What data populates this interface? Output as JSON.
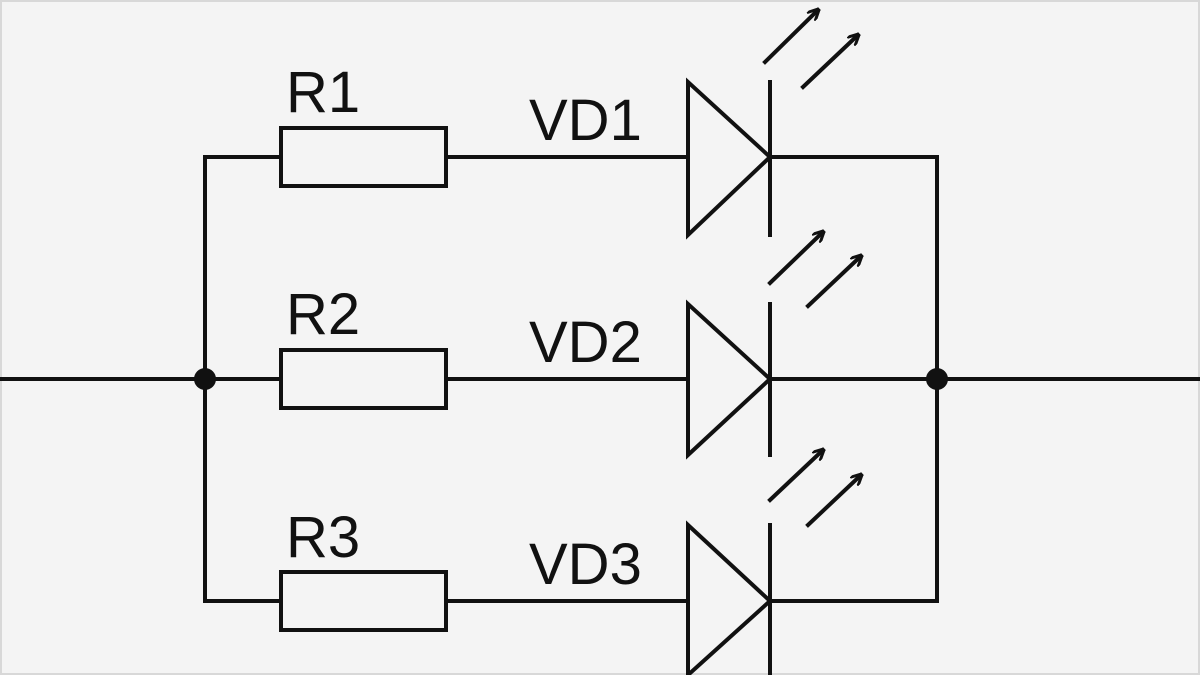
{
  "diagram": {
    "colors": {
      "line": "#111111",
      "background": "#f4f4f4"
    },
    "branches": [
      {
        "resistor": "R1",
        "led": "VD1"
      },
      {
        "resistor": "R2",
        "led": "VD2"
      },
      {
        "resistor": "R3",
        "led": "VD3"
      }
    ]
  }
}
